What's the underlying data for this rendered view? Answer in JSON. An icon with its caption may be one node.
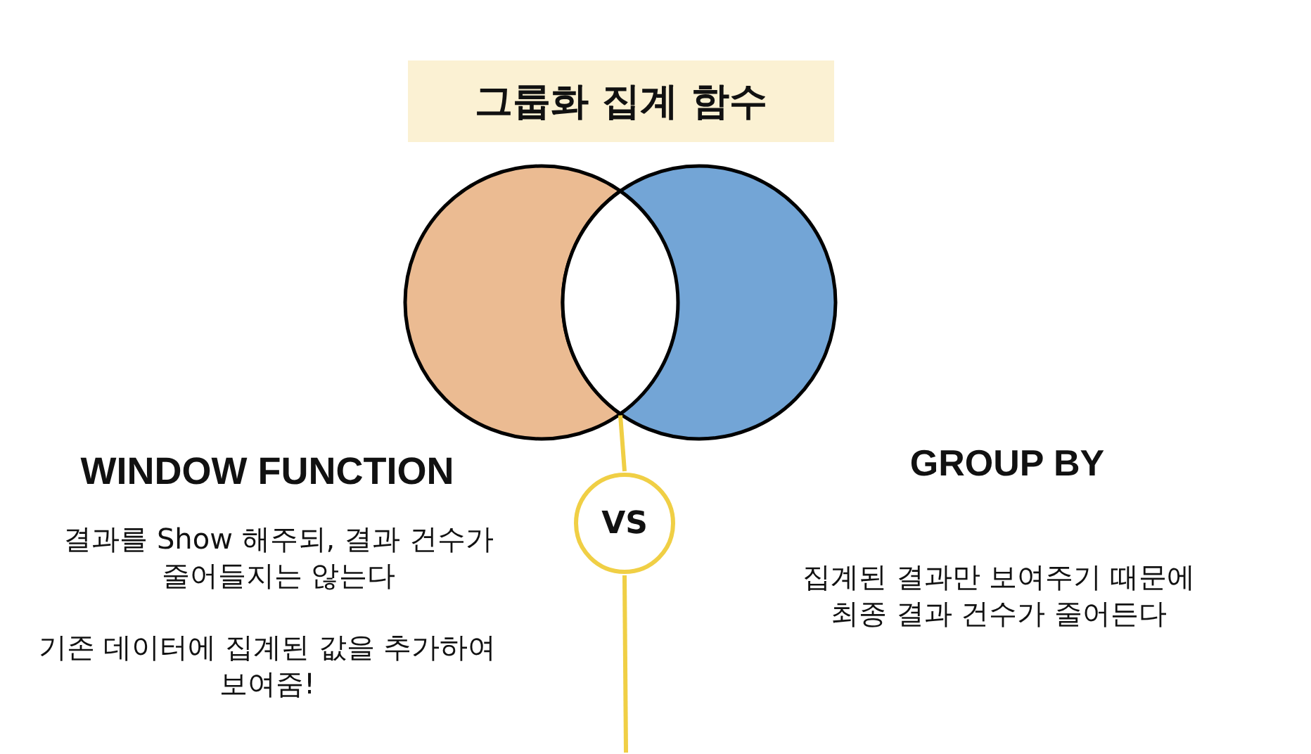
{
  "diagram": {
    "title": "그룹화 집계 함수",
    "nodes": [
      {
        "text": [],
        "shape": "circle"
      },
      {
        "text": [
          "VS"
        ]
      }
    ],
    "edges": [
      {
        "from": 0,
        "to": 1,
        "arrow": "none"
      },
      {
        "from": 1,
        "to": null,
        "arrow": "none"
      }
    ],
    "labels": [
      "WINDOW FUNCTION",
      "GROUP BY",
      "결과를 Show 해주되, 결과 건수가 줄어들지는 않는다",
      "기존 데이터에 집계된 값을 추가하여 보여줌!",
      "집계된 결과만 보여주기 때문에 최종 결과 건수가 줄어든다"
    ]
  }
}
